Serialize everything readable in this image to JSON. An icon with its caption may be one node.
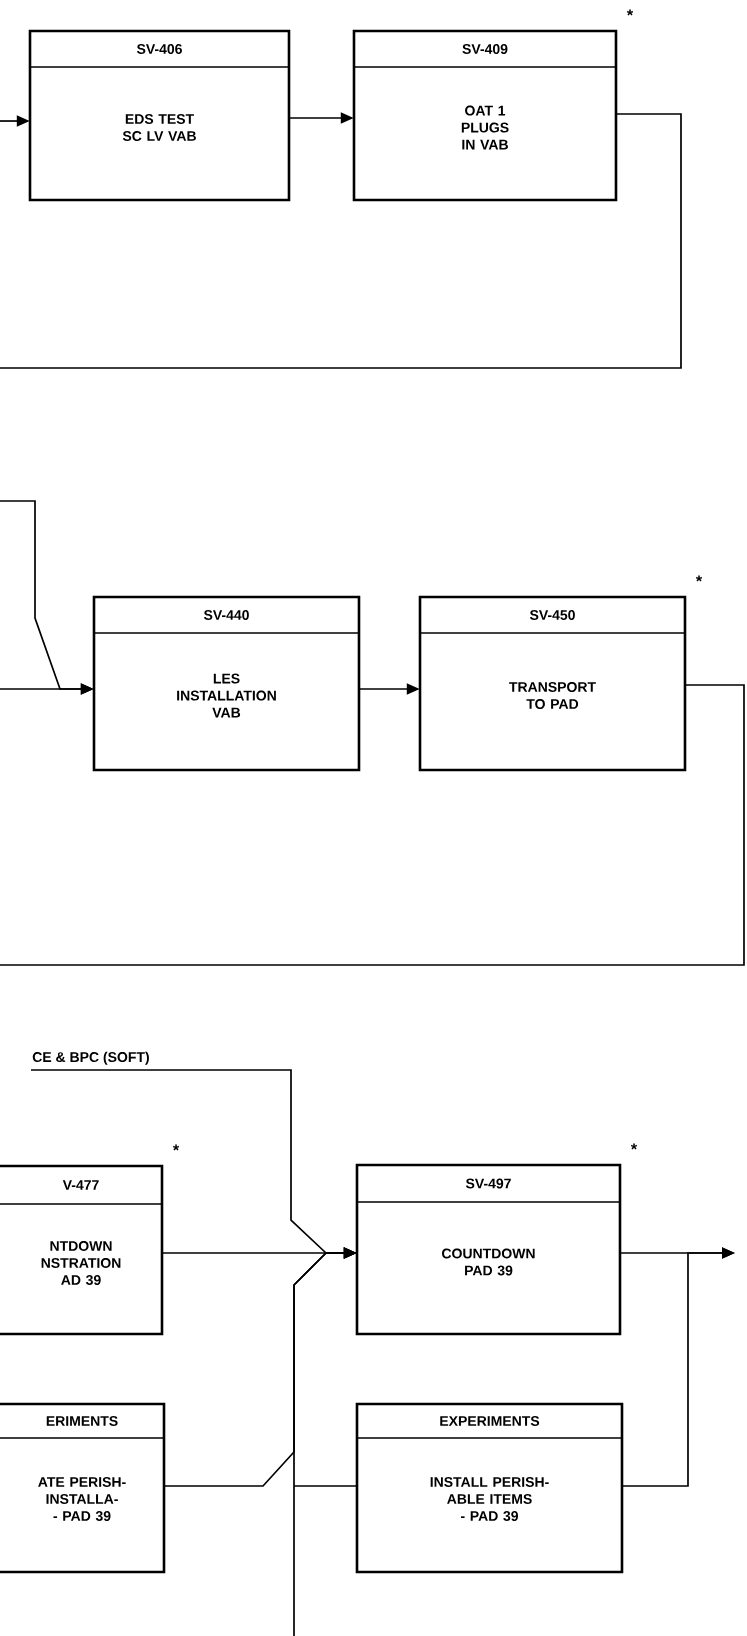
{
  "diagram": {
    "nodes": [
      {
        "text": [
          "SV-406",
          "EDS TEST SC LV VAB"
        ]
      },
      {
        "text": [
          "SV-409",
          "OAT 1 PLUGS IN VAB"
        ],
        "beside": [
          "*"
        ]
      },
      {
        "text": [
          "SV-440",
          "LES INSTALLATION VAB"
        ]
      },
      {
        "text": [
          "SV-450",
          "TRANSPORT TO PAD"
        ],
        "beside": [
          "*"
        ]
      },
      {
        "text": [
          "V-477",
          "NTDOWN NSTRATION AD 39"
        ],
        "beside": [
          "*"
        ]
      },
      {
        "text": [
          "SV-497",
          "COUNTDOWN PAD 39"
        ],
        "beside": [
          "*"
        ]
      },
      {
        "text": [
          "ERIMENTS",
          "ATE PERISH- INSTALLA- - PAD 39"
        ]
      },
      {
        "text": [
          "EXPERIMENTS",
          "INSTALL PERISH- ABLE ITEMS - PAD 39"
        ]
      }
    ],
    "edges": [
      {
        "from": null,
        "to": 0,
        "arrow": "to"
      },
      {
        "from": 0,
        "to": 1,
        "arrow": "to"
      },
      {
        "from": 1,
        "to": null,
        "arrow": "none"
      },
      {
        "from": null,
        "to": 2,
        "arrow": "to"
      },
      {
        "from": null,
        "to": 2,
        "arrow": "to"
      },
      {
        "from": 2,
        "to": 3,
        "arrow": "to"
      },
      {
        "from": 3,
        "to": null,
        "arrow": "none"
      },
      {
        "from": null,
        "to": 5,
        "arrow": "to",
        "label": "CE & BPC (SOFT)"
      },
      {
        "from": 4,
        "to": 5,
        "arrow": "to"
      },
      {
        "from": 6,
        "to": 5,
        "arrow": "to"
      },
      {
        "from": null,
        "to": 5,
        "arrow": "to"
      },
      {
        "from": null,
        "to": 7,
        "arrow": "none"
      },
      {
        "from": 5,
        "to": null,
        "arrow": "to"
      },
      {
        "from": 7,
        "to": null,
        "arrow": "to"
      }
    ]
  }
}
